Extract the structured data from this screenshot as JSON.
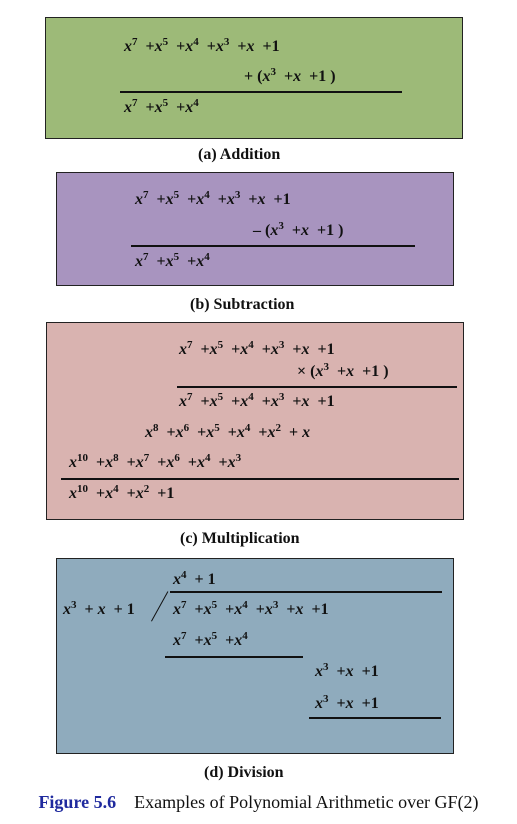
{
  "addition": {
    "line1": "x^7 +x^5 +x^4 +x^3 +x +1",
    "line2": "+ (x^3 +x +1 )",
    "result": "x^7 +x^5 +x^4",
    "caption": "(a) Addition"
  },
  "subtraction": {
    "line1": "x^7 +x^5 +x^4 +x^3 +x +1",
    "line2": "– (x^3 +x +1 )",
    "result": "x^7 +x^5 +x^4",
    "caption": "(b) Subtraction"
  },
  "multiplication": {
    "line1": "x^7 +x^5 +x^4 +x^3 +x +1",
    "line2": "× (x^3 +x +1 )",
    "partial1": "x^7 +x^5 +x^4 +x^3 +x +1",
    "partial2": "x^8 +x^6 +x^5 +x^4 +x^2 + x",
    "partial3": "x^10 +x^8 +x^7 +x^6 +x^4 +x^3",
    "result": "x^10 +x^4 +x^2 +1",
    "caption": "(c) Multiplication"
  },
  "division": {
    "quotient": "x^4 + 1",
    "divisor": "x^3 + x + 1",
    "dividend": "x^7 +x^5 +x^4 +x^3 +x +1",
    "step1": "x^7 +x^5 +x^4",
    "step2": "x^3 +x +1",
    "step3": "x^3 +x +1",
    "caption": "(d) Division"
  },
  "figure": {
    "label": "Figure 5.6",
    "title": "Examples of Polynomial Arithmetic over GF(2)"
  }
}
